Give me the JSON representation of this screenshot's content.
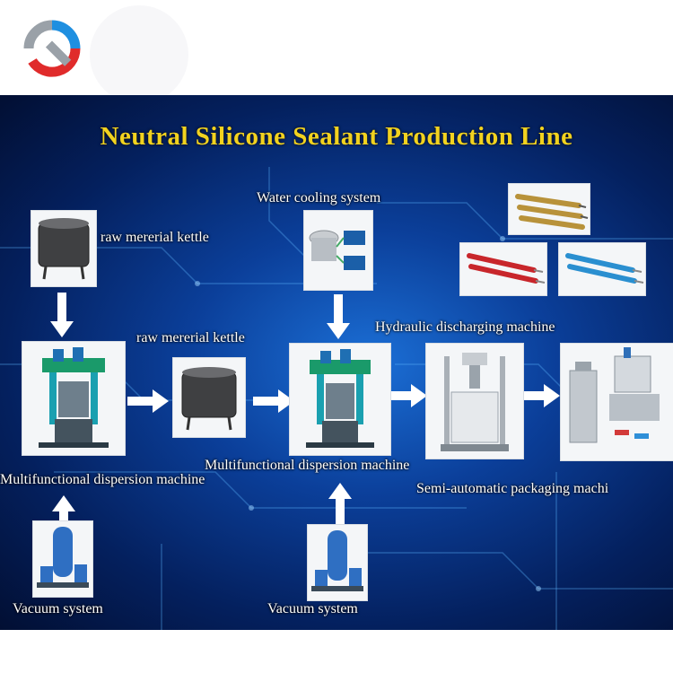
{
  "title": "Neutral Silicone Sealant Production Line",
  "labels": {
    "raw_kettle_1": "raw mererial kettle",
    "raw_kettle_2": "raw mererial kettle",
    "water_cooling": "Water cooling system",
    "hydraulic": "Hydraulic discharging machine",
    "dispersion_1": "Multifunctional dispersion machine",
    "dispersion_2": "Multifunctional dispersion machine",
    "packaging": "Semi-automatic packaging machi",
    "vacuum_1": "Vacuum system",
    "vacuum_2": "Vacuum system"
  },
  "colors": {
    "title": "#f2d21f",
    "panel": "#0b3f9a",
    "logo_gray": "#9aa1a8",
    "logo_red": "#e02b2b",
    "logo_blue": "#1f8fe0"
  },
  "icons": [
    "logo-icon",
    "kettle-icon",
    "dispersion-machine-icon",
    "cooling-tower-icon",
    "hydraulic-press-icon",
    "packaging-machine-icon",
    "vacuum-pump-icon",
    "sealant-tube-icon"
  ]
}
